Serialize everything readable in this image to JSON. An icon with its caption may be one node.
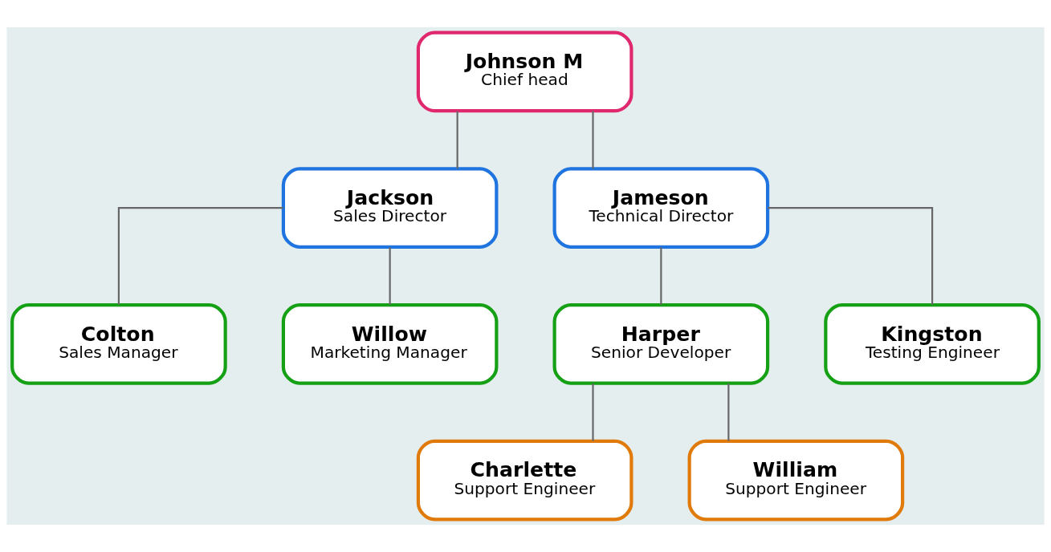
{
  "diagram": {
    "nodes": [
      {
        "text": [
          "Johnson M",
          "Chief head"
        ]
      },
      {
        "text": [
          "Jackson",
          "Sales Director"
        ]
      },
      {
        "text": [
          "Jameson",
          "Technical Director"
        ]
      },
      {
        "text": [
          "Colton",
          "Sales Manager"
        ]
      },
      {
        "text": [
          "Willow",
          "Marketing Manager"
        ]
      },
      {
        "text": [
          "Harper",
          "Senior Developer"
        ]
      },
      {
        "text": [
          "Kingston",
          "Testing Engineer"
        ]
      },
      {
        "text": [
          "Charlette",
          "Support Engineer"
        ]
      },
      {
        "text": [
          "William",
          "Support Engineer"
        ]
      }
    ],
    "edges": [
      {
        "from": 0,
        "to": 1,
        "arrow": "none"
      },
      {
        "from": 0,
        "to": 2,
        "arrow": "none"
      },
      {
        "from": 1,
        "to": 3,
        "arrow": "none"
      },
      {
        "from": 1,
        "to": 4,
        "arrow": "none"
      },
      {
        "from": 2,
        "to": 5,
        "arrow": "none"
      },
      {
        "from": 2,
        "to": 6,
        "arrow": "none"
      },
      {
        "from": 5,
        "to": 7,
        "arrow": "none"
      },
      {
        "from": 5,
        "to": 8,
        "arrow": "none"
      }
    ]
  }
}
